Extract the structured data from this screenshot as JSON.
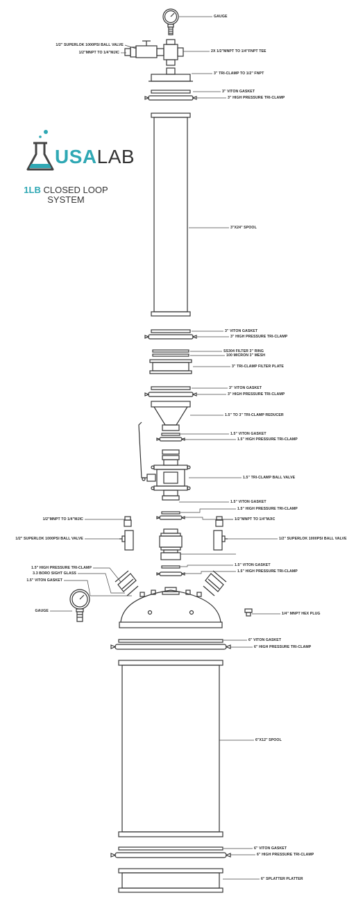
{
  "logo": {
    "usa": "USA",
    "lab": "LAB",
    "accent_color": "#2fa8b4",
    "icon": "flask-icon"
  },
  "subtitle": {
    "highlight": "1LB",
    "line1": "CLOSED LOOP",
    "line2": "SYSTEM"
  },
  "labels": {
    "gauge_top": "GAUGE",
    "ball_valve_top": "1/2\" SUPERLOK 1000PSI BALL VALVE",
    "mnpt_top": "1/2\"MNPT TO 1/4\"MJIC",
    "tee": "2X 1/2\"MNPT TO 1/4\"FNPT TEE",
    "triclamp_fnpt": "3\" TRI-CLAMP TO 1/2\" FNPT",
    "gasket_3_a": "3\" VITON GASKET",
    "clamp_3_a": "3\" HIGH PRESSURE TRI-CLAMP",
    "spool_3x24": "3\"X24\" SPOOL",
    "gasket_3_b": "3\" VITON GASKET",
    "clamp_3_b": "3\" HIGH PRESSURE TRI-CLAMP",
    "filter_ring": "SS304 FILTER 3\" RING",
    "mesh": "100 MICRON 3\" MESH",
    "filter_plate": "3\" TRI-CLAMP FILTER PLATE",
    "gasket_3_c": "3\" VITON GASKET",
    "clamp_3_c": "3\" HIGH PRESSURE TRI-CLAMP",
    "reducer": "1.5\" TO 3\" TRI-CLAMP REDUCER",
    "gasket_15_a": "1.5\" VITON GASKET",
    "clamp_15_a": "1.5\" HIGH PRESSURE TRI-CLAMP",
    "ball_valve_15": "1.5\" TRI-CLAMP BALL VALVE",
    "gasket_15_b": "1.5\" VITON GASKET",
    "clamp_15_b": "1.5\" HIGH PRESSURE TRI-CLAMP",
    "mnpt_left": "1/2\"MNPT TO 1/4\"MJIC",
    "mnpt_right": "1/2\"MNPT TO 1/4\"MJIC",
    "ball_valve_left": "1/2\" SUPERLOK 1000PSI BALL VALVE",
    "ball_valve_right": "1/2\" SUPERLOK 1000PSI BALL VALVE",
    "gasket_15_c": "1.5\" VITON GASKET",
    "clamp_15_c": "1.5\" HIGH PRESSURE TRI-CLAMP",
    "sight_clamp": "1.5\" HIGH PRESSURE TRI-CLAMP",
    "sight_glass": "3.3 BORO SIGHT GLASS",
    "sight_gasket": "1.5\" VITON GASKET",
    "gauge_mid": "GAUGE",
    "hex_plug": "1/4\" MNPT HEX PLUG",
    "gasket_6_a": "6\" VITON GASKET",
    "clamp_6_a": "6\" HIGH PRESSURE TRI-CLAMP",
    "spool_6x12": "6\"X12\" SPOOL",
    "gasket_6_b": "6\" VITON GASKET",
    "clamp_6_b": "6\" HIGH PRESSURE TRI-CLAMP",
    "splatter": "6\" SPLATTER PLATTER"
  }
}
